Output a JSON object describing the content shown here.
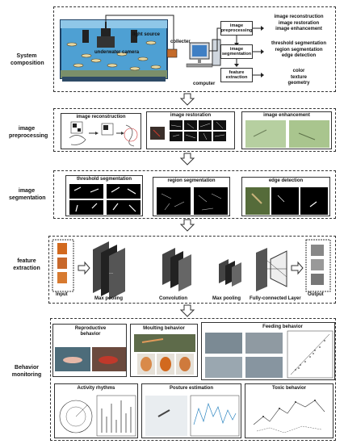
{
  "sections": {
    "system": {
      "label": "System composition",
      "light_source": "light source",
      "camera": "underwater camera",
      "collecter": "collecter",
      "computer": "computer",
      "steps": [
        "image preprocessing",
        "image segmentation",
        "feature extraction"
      ],
      "step_details": [
        [
          "image reconstruction",
          "image restoration",
          "image enhancement"
        ],
        [
          "threshold segmentation",
          "region segmentation",
          "edge detection"
        ],
        [
          "color",
          "texture",
          "geometry"
        ]
      ]
    },
    "preprocessing": {
      "label": "image preprocessing",
      "panels": [
        "image reconstruction",
        "image restoration",
        "image enhancement"
      ]
    },
    "segmentation": {
      "label": "image segmentation",
      "panels": [
        "threshold segmentation",
        "region segmentation",
        "edge detection"
      ]
    },
    "feature": {
      "label": "feature extraction",
      "stages": [
        "Input",
        "Max pooling",
        "Convolution",
        "Max pooling",
        "Fully-connected Layer",
        "Output"
      ]
    },
    "behavior": {
      "label": "Behavior monitoring",
      "panels": [
        "Reproductive behavior",
        "Moulting behavior",
        "Feeding behavior",
        "Activity rhythms",
        "Posture estimation",
        "Toxic behavior"
      ]
    }
  },
  "colors": {
    "accent": "#d2691e",
    "water": "#5aa7d6",
    "feather_green": "#b8d19a"
  }
}
